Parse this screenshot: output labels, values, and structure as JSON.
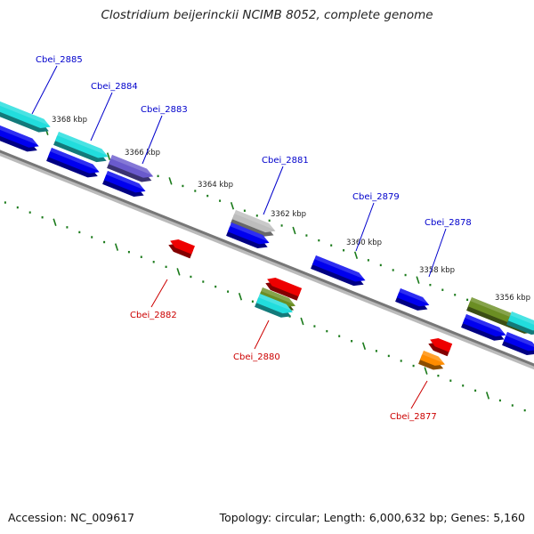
{
  "title": "Clostridium beijerinckii NCIMB 8052, complete genome",
  "footer": {
    "accession": "Accession: NC_009617",
    "summary": "Topology: circular; Length: 6,000,632 bp; Genes: 5,160"
  },
  "colors": {
    "backbone": "#777777",
    "tick": "#1a7a1a",
    "label_plus": "#0000cc",
    "label_minus": "#cc0000",
    "cds": "#0000ee",
    "cyan": "#22dddd",
    "slateblue": "#6a5acd",
    "gray": "#bdbdbd",
    "olive": "#6b8e23",
    "red": "#ee0000",
    "orange": "#ff8c00"
  },
  "ruler": {
    "labels": [
      {
        "text": "3368 kbp",
        "major_index": 4
      },
      {
        "text": "3366 kbp",
        "major_index": 6
      },
      {
        "text": "3364 kbp",
        "major_index": 8
      },
      {
        "text": "3362 kbp",
        "major_index": 10
      },
      {
        "text": "3360 kbp",
        "major_index": 12
      },
      {
        "text": "3358 kbp",
        "major_index": 14
      },
      {
        "text": "3356 kbp",
        "major_index": 16
      }
    ]
  },
  "gene_labels": [
    {
      "text": "Cbei_2885",
      "strand": "plus"
    },
    {
      "text": "Cbei_2884",
      "strand": "plus"
    },
    {
      "text": "Cbei_2883",
      "strand": "plus"
    },
    {
      "text": "Cbei_2881",
      "strand": "plus"
    },
    {
      "text": "Cbei_2879",
      "strand": "plus"
    },
    {
      "text": "Cbei_2878",
      "strand": "plus"
    },
    {
      "text": "Cbei_2882",
      "strand": "minus"
    },
    {
      "text": "Cbei_2880",
      "strand": "minus"
    },
    {
      "text": "Cbei_2877",
      "strand": "minus"
    }
  ]
}
